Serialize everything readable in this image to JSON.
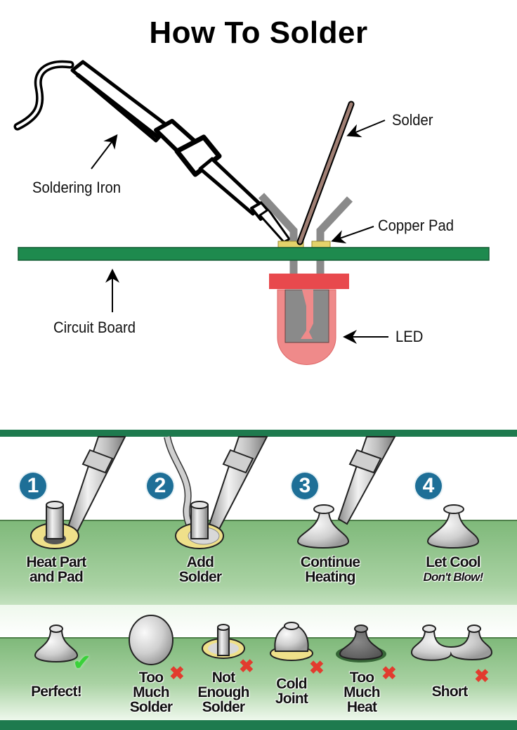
{
  "title": "How To Solder",
  "diagram": {
    "labels": {
      "soldering_iron": "Soldering Iron",
      "solder": "Solder",
      "copper_pad": "Copper Pad",
      "circuit_board": "Circuit Board",
      "led": "LED"
    },
    "colors": {
      "board": "#1e8a4e",
      "pad": "#e4d26a",
      "lead": "#8a8a8a",
      "solder_wire": "#a07f74",
      "led_base": "#e8494d",
      "led_body": "#ef8a8a"
    }
  },
  "steps": [
    {
      "number": "1",
      "label_line1": "Heat Part",
      "label_line2": "and Pad",
      "note": ""
    },
    {
      "number": "2",
      "label_line1": "Add",
      "label_line2": "Solder",
      "note": ""
    },
    {
      "number": "3",
      "label_line1": "Continue",
      "label_line2": "Heating",
      "note": ""
    },
    {
      "number": "4",
      "label_line1": "Let Cool",
      "label_line2": "",
      "note": "Don't Blow!"
    }
  ],
  "joints": [
    {
      "label": "Perfect!",
      "status": "good",
      "icon": "check-icon"
    },
    {
      "label": "Too Much Solder",
      "lines": [
        "Too",
        "Much",
        "Solder"
      ],
      "status": "bad",
      "icon": "x-icon"
    },
    {
      "label": "Not Enough Solder",
      "lines": [
        "Not",
        "Enough",
        "Solder"
      ],
      "status": "bad",
      "icon": "x-icon"
    },
    {
      "label": "Cold Joint",
      "lines": [
        "Cold",
        "Joint"
      ],
      "status": "bad",
      "icon": "x-icon"
    },
    {
      "label": "Too Much Heat",
      "lines": [
        "Too",
        "Much",
        "Heat"
      ],
      "status": "bad",
      "icon": "x-icon"
    },
    {
      "label": "Short",
      "status": "bad",
      "icon": "x-icon"
    }
  ],
  "glyphs": {
    "check": "✔",
    "x": "✖"
  },
  "theme": {
    "step_badge": "#1e6f97",
    "band_green": "#7fb97a",
    "stripe_green": "#1e7a4e"
  }
}
